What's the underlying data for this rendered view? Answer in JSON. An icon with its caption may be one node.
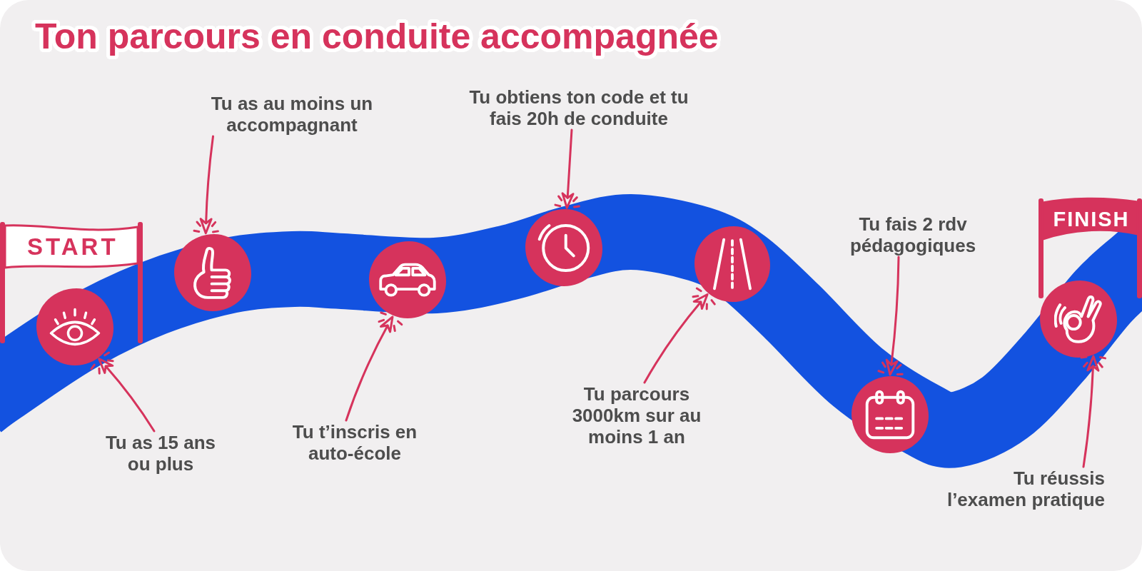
{
  "diagram": {
    "title": "Ton parcours en conduite accompagnée",
    "nodes": [
      {
        "text": [
          "START"
        ]
      },
      {
        "text": [
          "Tu as 15 ans ou plus"
        ]
      },
      {
        "text": [],
        "shape": "circle"
      },
      {
        "text": [
          "Tu as au moins un accompagnant"
        ]
      },
      {
        "text": [],
        "shape": "circle"
      },
      {
        "text": [
          "Tu t’inscris en auto-école"
        ]
      },
      {
        "text": [],
        "shape": "circle"
      },
      {
        "text": [
          "Tu obtiens ton code et tu fais 20h de conduite"
        ]
      },
      {
        "text": [],
        "shape": "circle"
      },
      {
        "text": [
          "Tu parcours 3000km sur au moins 1 an"
        ]
      },
      {
        "text": [],
        "shape": "circle"
      },
      {
        "text": [
          "Tu fais 2 rdv pédagogiques"
        ]
      },
      {
        "text": [],
        "shape": "circle"
      },
      {
        "text": [
          "Tu réussis l’examen pratique"
        ]
      },
      {
        "text": [],
        "shape": "circle"
      },
      {
        "text": [
          "FINISH"
        ]
      }
    ],
    "edges": [
      {
        "from": 1,
        "to": 2,
        "arrow": "to"
      },
      {
        "from": 3,
        "to": 4,
        "arrow": "to"
      },
      {
        "from": 5,
        "to": 6,
        "arrow": "to"
      },
      {
        "from": 7,
        "to": 8,
        "arrow": "to"
      },
      {
        "from": 9,
        "to": 10,
        "arrow": "to"
      },
      {
        "from": 11,
        "to": 12,
        "arrow": "to"
      },
      {
        "from": 13,
        "to": 14,
        "arrow": "to"
      }
    ]
  }
}
